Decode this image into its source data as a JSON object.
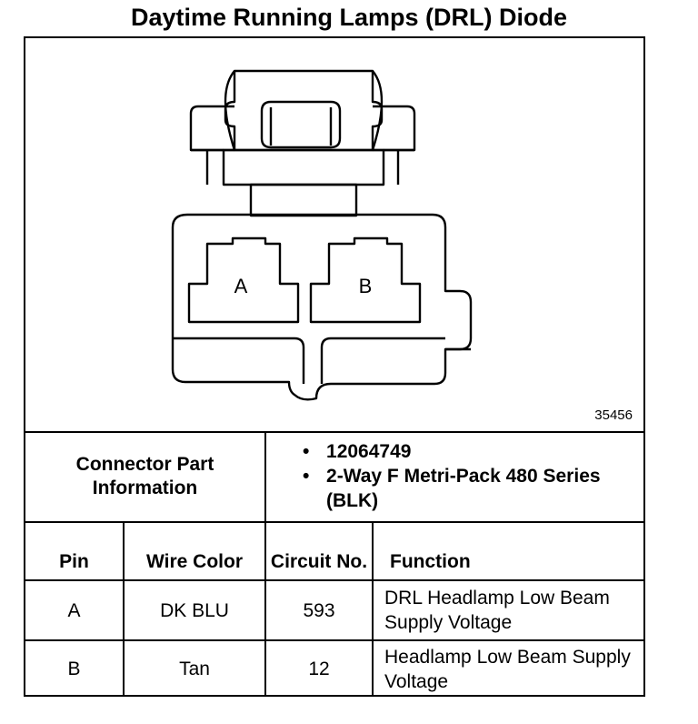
{
  "title": "Daytime Running Lamps (DRL) Diode",
  "figure_number": "35456",
  "connector": {
    "pin_labels": [
      "A",
      "B"
    ]
  },
  "part_info": {
    "label": "Connector Part Information",
    "items": [
      "12064749",
      "2-Way F Metri-Pack 480 Series (BLK)"
    ]
  },
  "table": {
    "headers": {
      "pin": "Pin",
      "wire_color": "Wire Color",
      "circuit": "Circuit No.",
      "function": "Function"
    },
    "rows": [
      {
        "pin": "A",
        "wire_color": "DK BLU",
        "circuit": "593",
        "function": "DRL Headlamp Low Beam Supply Voltage"
      },
      {
        "pin": "B",
        "wire_color": "Tan",
        "circuit": "12",
        "function": "Headlamp Low Beam Supply Voltage"
      }
    ]
  }
}
